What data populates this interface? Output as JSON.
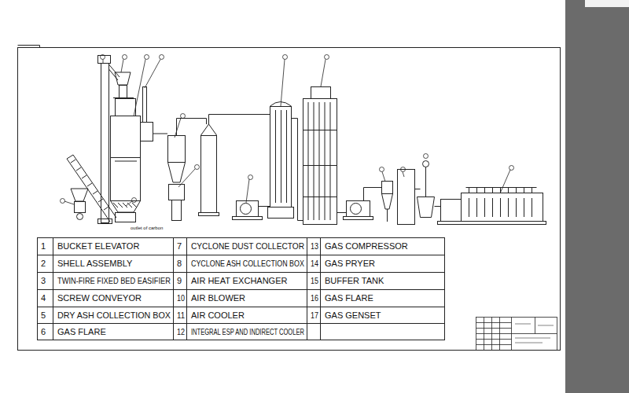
{
  "diagram": {
    "labels": [
      "outlet of carbon",
      "1",
      "BUCKET ELEVATOR",
      "7",
      "CYCLONE DUST COLLECTOR",
      "13",
      "GAS COMPRESSOR",
      "2",
      "SHELL ASSEMBLY",
      "8",
      "CYCLONE ASH COLLECTION BOX",
      "14",
      "GAS PRYER",
      "3",
      "TWIN-FIRE FIXED BED EASIFIER",
      "9",
      "AIR HEAT EXCHANGER",
      "15",
      "BUFFER TANK",
      "4",
      "SCREW CONVEYOR",
      "10",
      "AIR BLOWER",
      "16",
      "GAS FLARE",
      "5",
      "DRY ASH COLLECTION BOX",
      "11",
      "AIR COOLER",
      "17",
      "GAS GENSET",
      "6",
      "GAS FLARE",
      "12",
      "INTEGRAL ESP AND INDIRECT COOLER"
    ]
  }
}
